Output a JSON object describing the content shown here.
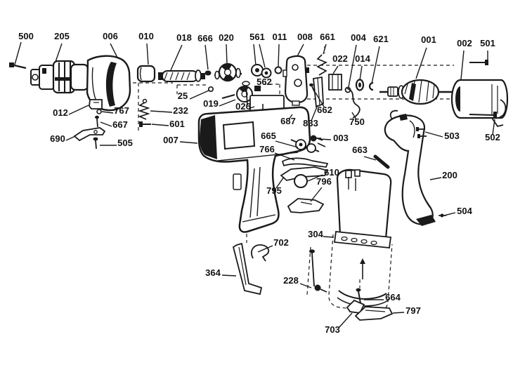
{
  "diagram": {
    "kind": "exploded-parts-diagram",
    "background_color": "#ffffff",
    "line_color": "#1a1a1a",
    "label_color": "#111111"
  },
  "parts": [
    {
      "label": "500"
    },
    {
      "label": "205"
    },
    {
      "label": "006"
    },
    {
      "label": "010"
    },
    {
      "label": "018"
    },
    {
      "label": "666"
    },
    {
      "label": "020"
    },
    {
      "label": "561"
    },
    {
      "label": "011"
    },
    {
      "label": "008"
    },
    {
      "label": "661"
    },
    {
      "label": "004"
    },
    {
      "label": "621"
    },
    {
      "label": "001"
    },
    {
      "label": "002"
    },
    {
      "label": "501"
    },
    {
      "label": "022"
    },
    {
      "label": "014"
    },
    {
      "label": "562"
    },
    {
      "label": "25"
    },
    {
      "label": "019"
    },
    {
      "label": "012"
    },
    {
      "label": "767"
    },
    {
      "label": "232"
    },
    {
      "label": "667"
    },
    {
      "label": "601"
    },
    {
      "label": "690"
    },
    {
      "label": "505"
    },
    {
      "label": "026"
    },
    {
      "label": "687"
    },
    {
      "label": "833"
    },
    {
      "label": "662"
    },
    {
      "label": "750"
    },
    {
      "label": "003"
    },
    {
      "label": "663"
    },
    {
      "label": "007"
    },
    {
      "label": "665"
    },
    {
      "label": "766"
    },
    {
      "label": "795"
    },
    {
      "label": "610"
    },
    {
      "label": "796"
    },
    {
      "label": "503"
    },
    {
      "label": "200"
    },
    {
      "label": "502"
    },
    {
      "label": "504"
    },
    {
      "label": "304"
    },
    {
      "label": "702"
    },
    {
      "label": "364"
    },
    {
      "label": "228"
    },
    {
      "label": "703"
    },
    {
      "label": "664"
    },
    {
      "label": "797"
    }
  ]
}
